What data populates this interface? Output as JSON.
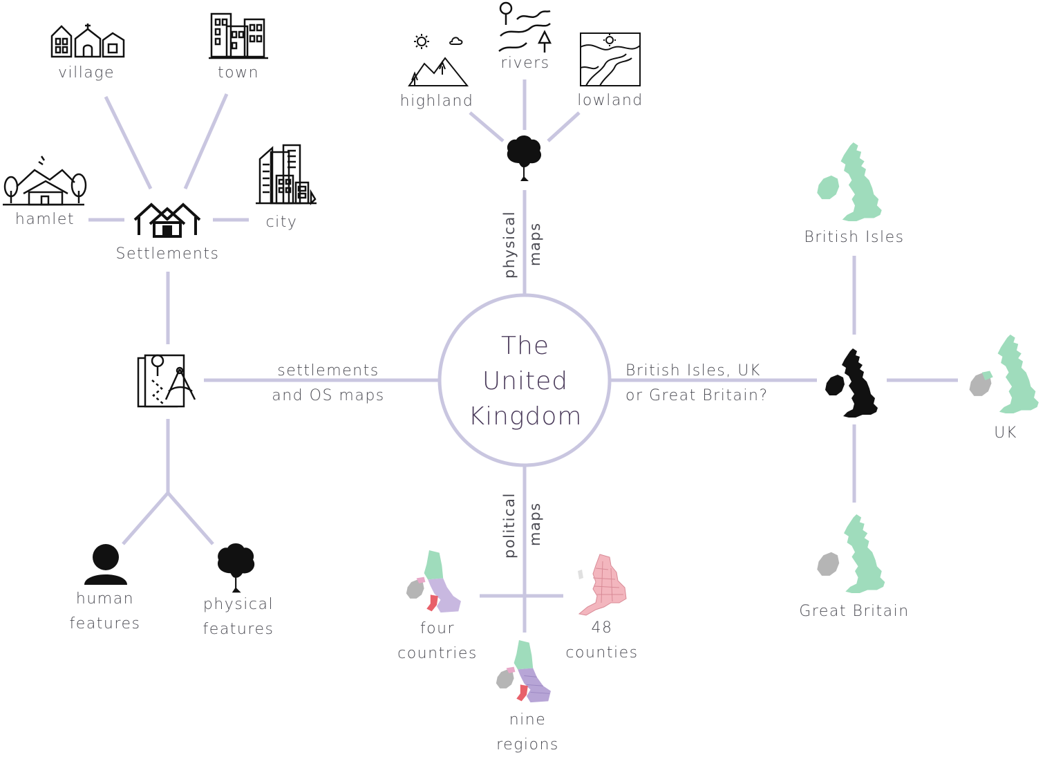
{
  "center": {
    "lines": [
      "The",
      "United",
      "Kingdom"
    ]
  },
  "branches": {
    "settlements_os": {
      "lines": [
        "settlements",
        "and  OS  maps"
      ]
    },
    "british_isles_uk_gb": {
      "lines": [
        "British  Isles, UK",
        "or  Great  Britain?"
      ]
    },
    "physical_maps": {
      "words": [
        "physical",
        "maps"
      ]
    },
    "political_maps": {
      "words": [
        "political",
        "maps"
      ]
    }
  },
  "settlements": {
    "hub": "Settlements",
    "hamlet": "hamlet",
    "village": "village",
    "town": "town",
    "city": "city"
  },
  "features": {
    "human": [
      "human",
      "features"
    ],
    "physical": [
      "physical",
      "features"
    ]
  },
  "physical": {
    "highland": "highland",
    "rivers": "rivers",
    "lowland": "lowland"
  },
  "political": {
    "four_countries": [
      "four",
      "countries"
    ],
    "counties": [
      "48",
      "counties"
    ],
    "nine_regions": [
      "nine",
      "regions"
    ]
  },
  "uk_maps": {
    "british_isles": "British  Isles",
    "uk": "UK",
    "great_britain": "Great  Britain"
  },
  "colors": {
    "connector": "#c9c6e0",
    "green": "#9fdcbc",
    "grey": "#b5b5b5",
    "purple": "#c8b8e0",
    "red": "#e8606a",
    "pink": "#f3b6be",
    "icon": "#111111"
  }
}
